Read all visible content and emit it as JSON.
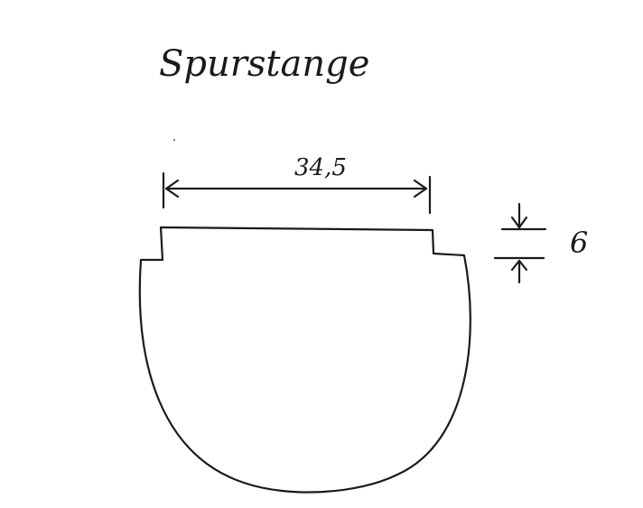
{
  "title": "Spurstange",
  "dimensions": {
    "width_label": "34,5",
    "thickness_label": "6"
  }
}
